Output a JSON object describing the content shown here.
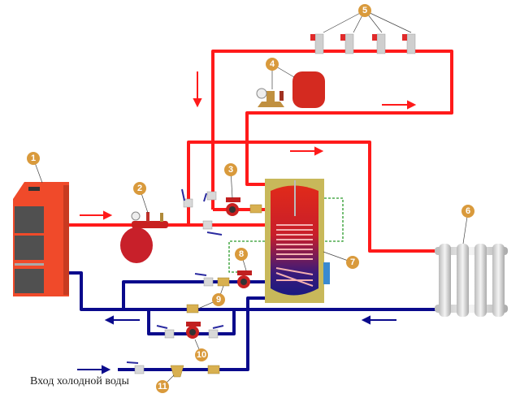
{
  "caption": "Вход холодной воды",
  "labels": [
    "1",
    "2",
    "3",
    "4",
    "5",
    "6",
    "7",
    "8",
    "9",
    "10",
    "11"
  ],
  "colors": {
    "hot_pipe": "#ff1a1a",
    "cold_pipe": "#0a0a8c",
    "label": "#d99a3c",
    "tank": "#c8b85a",
    "boiler": "#f04a2a",
    "sensor_line": "#2a9a2a"
  }
}
